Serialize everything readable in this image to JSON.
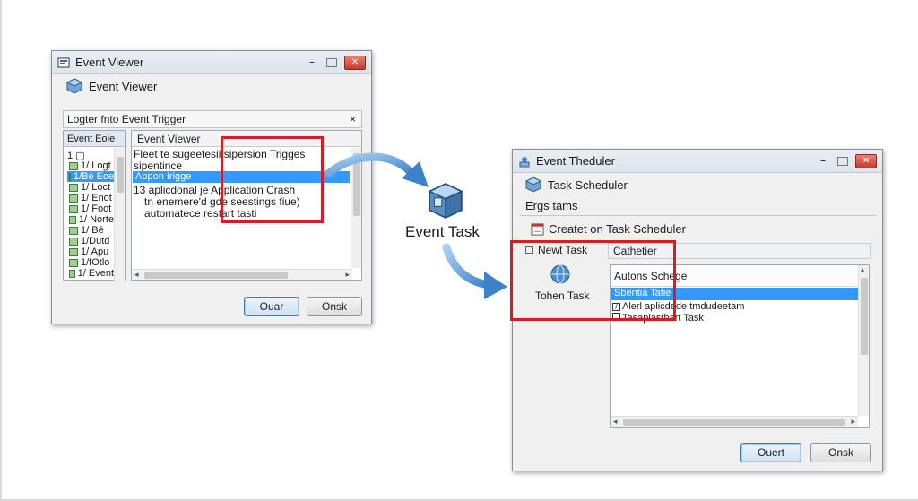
{
  "event_viewer": {
    "title": "Event Viewer",
    "header": "Event Viewer",
    "toolbar_text": "Logter fnto Event Trigger",
    "toolbar_close": "×",
    "left_col_header": "Event Eoie",
    "tree_items": [
      "1 ▢",
      "1/ Logt",
      "1/Bé Eoet",
      "1/ Loct",
      "1/ Enot",
      "1/ Foot",
      "1/ Norte",
      "1/ Bé",
      "1/Dutd",
      "1/ Apu",
      "1/fOtlo",
      "1/ Event"
    ],
    "right_col_header": "Event Viewer",
    "detail_lines": [
      "Fleet te sugeetesil sipersion Trigges",
      "sipentince",
      "Appon Irigge",
      "13 aplicdonal je Application Crash",
      "tn enemere'd gde seestings fiue)",
      "automatece restart tasti"
    ],
    "ok_button": "Ouar",
    "cancel_button": "Onsk"
  },
  "arrow_label": "Event Task",
  "task_scheduler": {
    "title": "Event Theduler",
    "header": "Task Scheduler",
    "section_label": "Ergs tams",
    "create_label": "Createt on Task Scheduler",
    "new_task_label": "Newt Task",
    "new_task_item": "Tohen Task",
    "column_header": "Cathetier",
    "list_header": "Autons Schege",
    "list_items": [
      "Sbentia Tatie",
      "Alerl aplicdede tmdudeetam",
      "Tasaplasthart Task"
    ],
    "ok_button": "Ouert",
    "cancel_button": "Onsk"
  },
  "colors": {
    "selection": "#3399ff",
    "highlight_box": "#d41d24",
    "arrow": "#4a90d9"
  },
  "icons": [
    "event-viewer-icon",
    "cube-icon",
    "tree-log-icon",
    "task-cube-icon",
    "calendar-icon",
    "globe-icon",
    "flow-arrow-icon"
  ]
}
